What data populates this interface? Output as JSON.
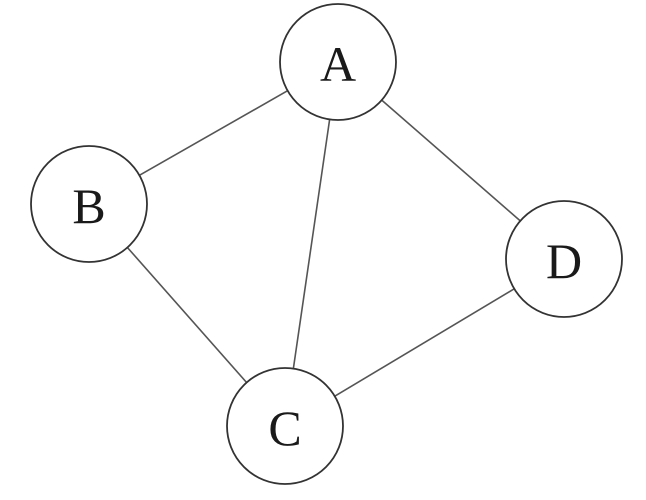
{
  "graph": {
    "nodes": [
      {
        "id": "A",
        "label": "A"
      },
      {
        "id": "B",
        "label": "B"
      },
      {
        "id": "C",
        "label": "C"
      },
      {
        "id": "D",
        "label": "D"
      }
    ],
    "edges": [
      {
        "from": "A",
        "to": "B"
      },
      {
        "from": "A",
        "to": "C"
      },
      {
        "from": "A",
        "to": "D"
      },
      {
        "from": "B",
        "to": "C"
      },
      {
        "from": "C",
        "to": "D"
      }
    ],
    "colors": {
      "edge": "#555555",
      "node_stroke": "#333333",
      "node_fill": "#ffffff",
      "label": "#1a1a1a"
    }
  }
}
